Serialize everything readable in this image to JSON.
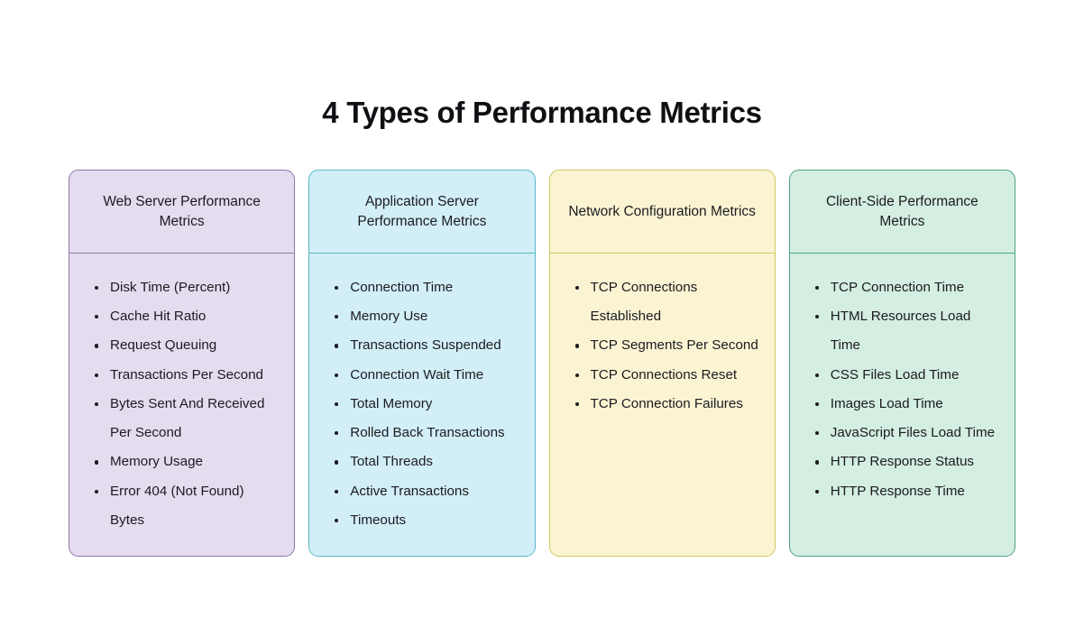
{
  "title": "4 Types of Performance Metrics",
  "background_color": "#ffffff",
  "text_color": "#1b1b20",
  "columns": [
    {
      "id": "web-server",
      "palette": "purple",
      "fill_color": "#e5dcef",
      "border_color": "#8b79ad",
      "header": "Web Server Performance Metrics",
      "items": [
        "Disk Time (Percent)",
        "Cache Hit Ratio",
        "Request Queuing",
        "Transactions Per Second",
        "Bytes Sent And Received Per Second",
        "Memory Usage",
        "Error 404 (Not Found) Bytes"
      ]
    },
    {
      "id": "application-server",
      "palette": "blue",
      "fill_color": "#d2eef7",
      "border_color": "#5bb8c8",
      "header": "Application Server Performance Metrics",
      "items": [
        "Connection Time",
        "Memory Use",
        "Transactions Suspended",
        "Connection Wait Time",
        "Total Memory",
        "Rolled Back Transactions",
        "Total Threads",
        "Active Transactions",
        "Timeouts"
      ]
    },
    {
      "id": "network-configuration",
      "palette": "yellow",
      "fill_color": "#fbf4d3",
      "border_color": "#cfc85f",
      "header": "Network Configuration Metrics",
      "items": [
        "TCP Connections Established",
        "TCP Segments Per Second",
        "TCP Connections Reset",
        "TCP Connection Failures"
      ]
    },
    {
      "id": "client-side",
      "palette": "green",
      "fill_color": "#d4eee2",
      "border_color": "#4fa383",
      "header": "Client-Side Performance Metrics",
      "items": [
        "TCP Connection Time",
        "HTML Resources Load Time",
        "CSS Files Load Time",
        "Images Load Time",
        "JavaScript Files Load Time",
        "HTTP Response Status",
        "HTTP Response Time"
      ]
    }
  ]
}
